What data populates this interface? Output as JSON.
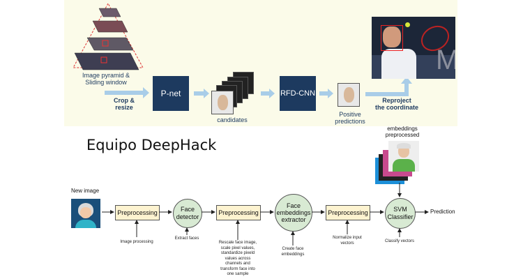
{
  "top": {
    "pyramid_label": "Image pyramid &\nSliding window",
    "crop_label": "Crop & resize",
    "pnet_label": "P-net",
    "candidates_label": "candidates",
    "rfd_label": "RFD-CNN",
    "positive_label": "Positive\npredictions",
    "reproject_label": "Reproject\nthe coordinate"
  },
  "title": "Equipo DeepHack",
  "pipeline": {
    "new_image_label": "New image",
    "embeddings_label": "embeddings\npreprocessed",
    "nodes": {
      "preprocessing_1": "Preprocessing",
      "face_detector": "Face\ndetector",
      "preprocessing_2": "Preprocessing",
      "embeddings_extractor": "Face\nembeddings\nextractor",
      "preprocessing_3": "Preprocessing",
      "svm": "SVM\nClassifier",
      "prediction": "Prediction"
    },
    "notes": {
      "image_processing": "Image processing",
      "extract_faces": "Extract faces",
      "rescale": "Rescale face image,\nscale pixel values,\nstandardize pixeld\nvalues across\nchannels and\ntransform face into\none sample",
      "create_embeddings": "Create face\nembeddings",
      "normalize": "Normalize input\nvectors",
      "classify": "Classify vectors"
    }
  },
  "colors": {
    "top_bg": "#fbfbe9",
    "navy_box": "#1d3a5f",
    "arrow_blue": "#a9cde8",
    "proc_fill": "#fdf3d0",
    "circle_fill": "#d8ead3"
  }
}
